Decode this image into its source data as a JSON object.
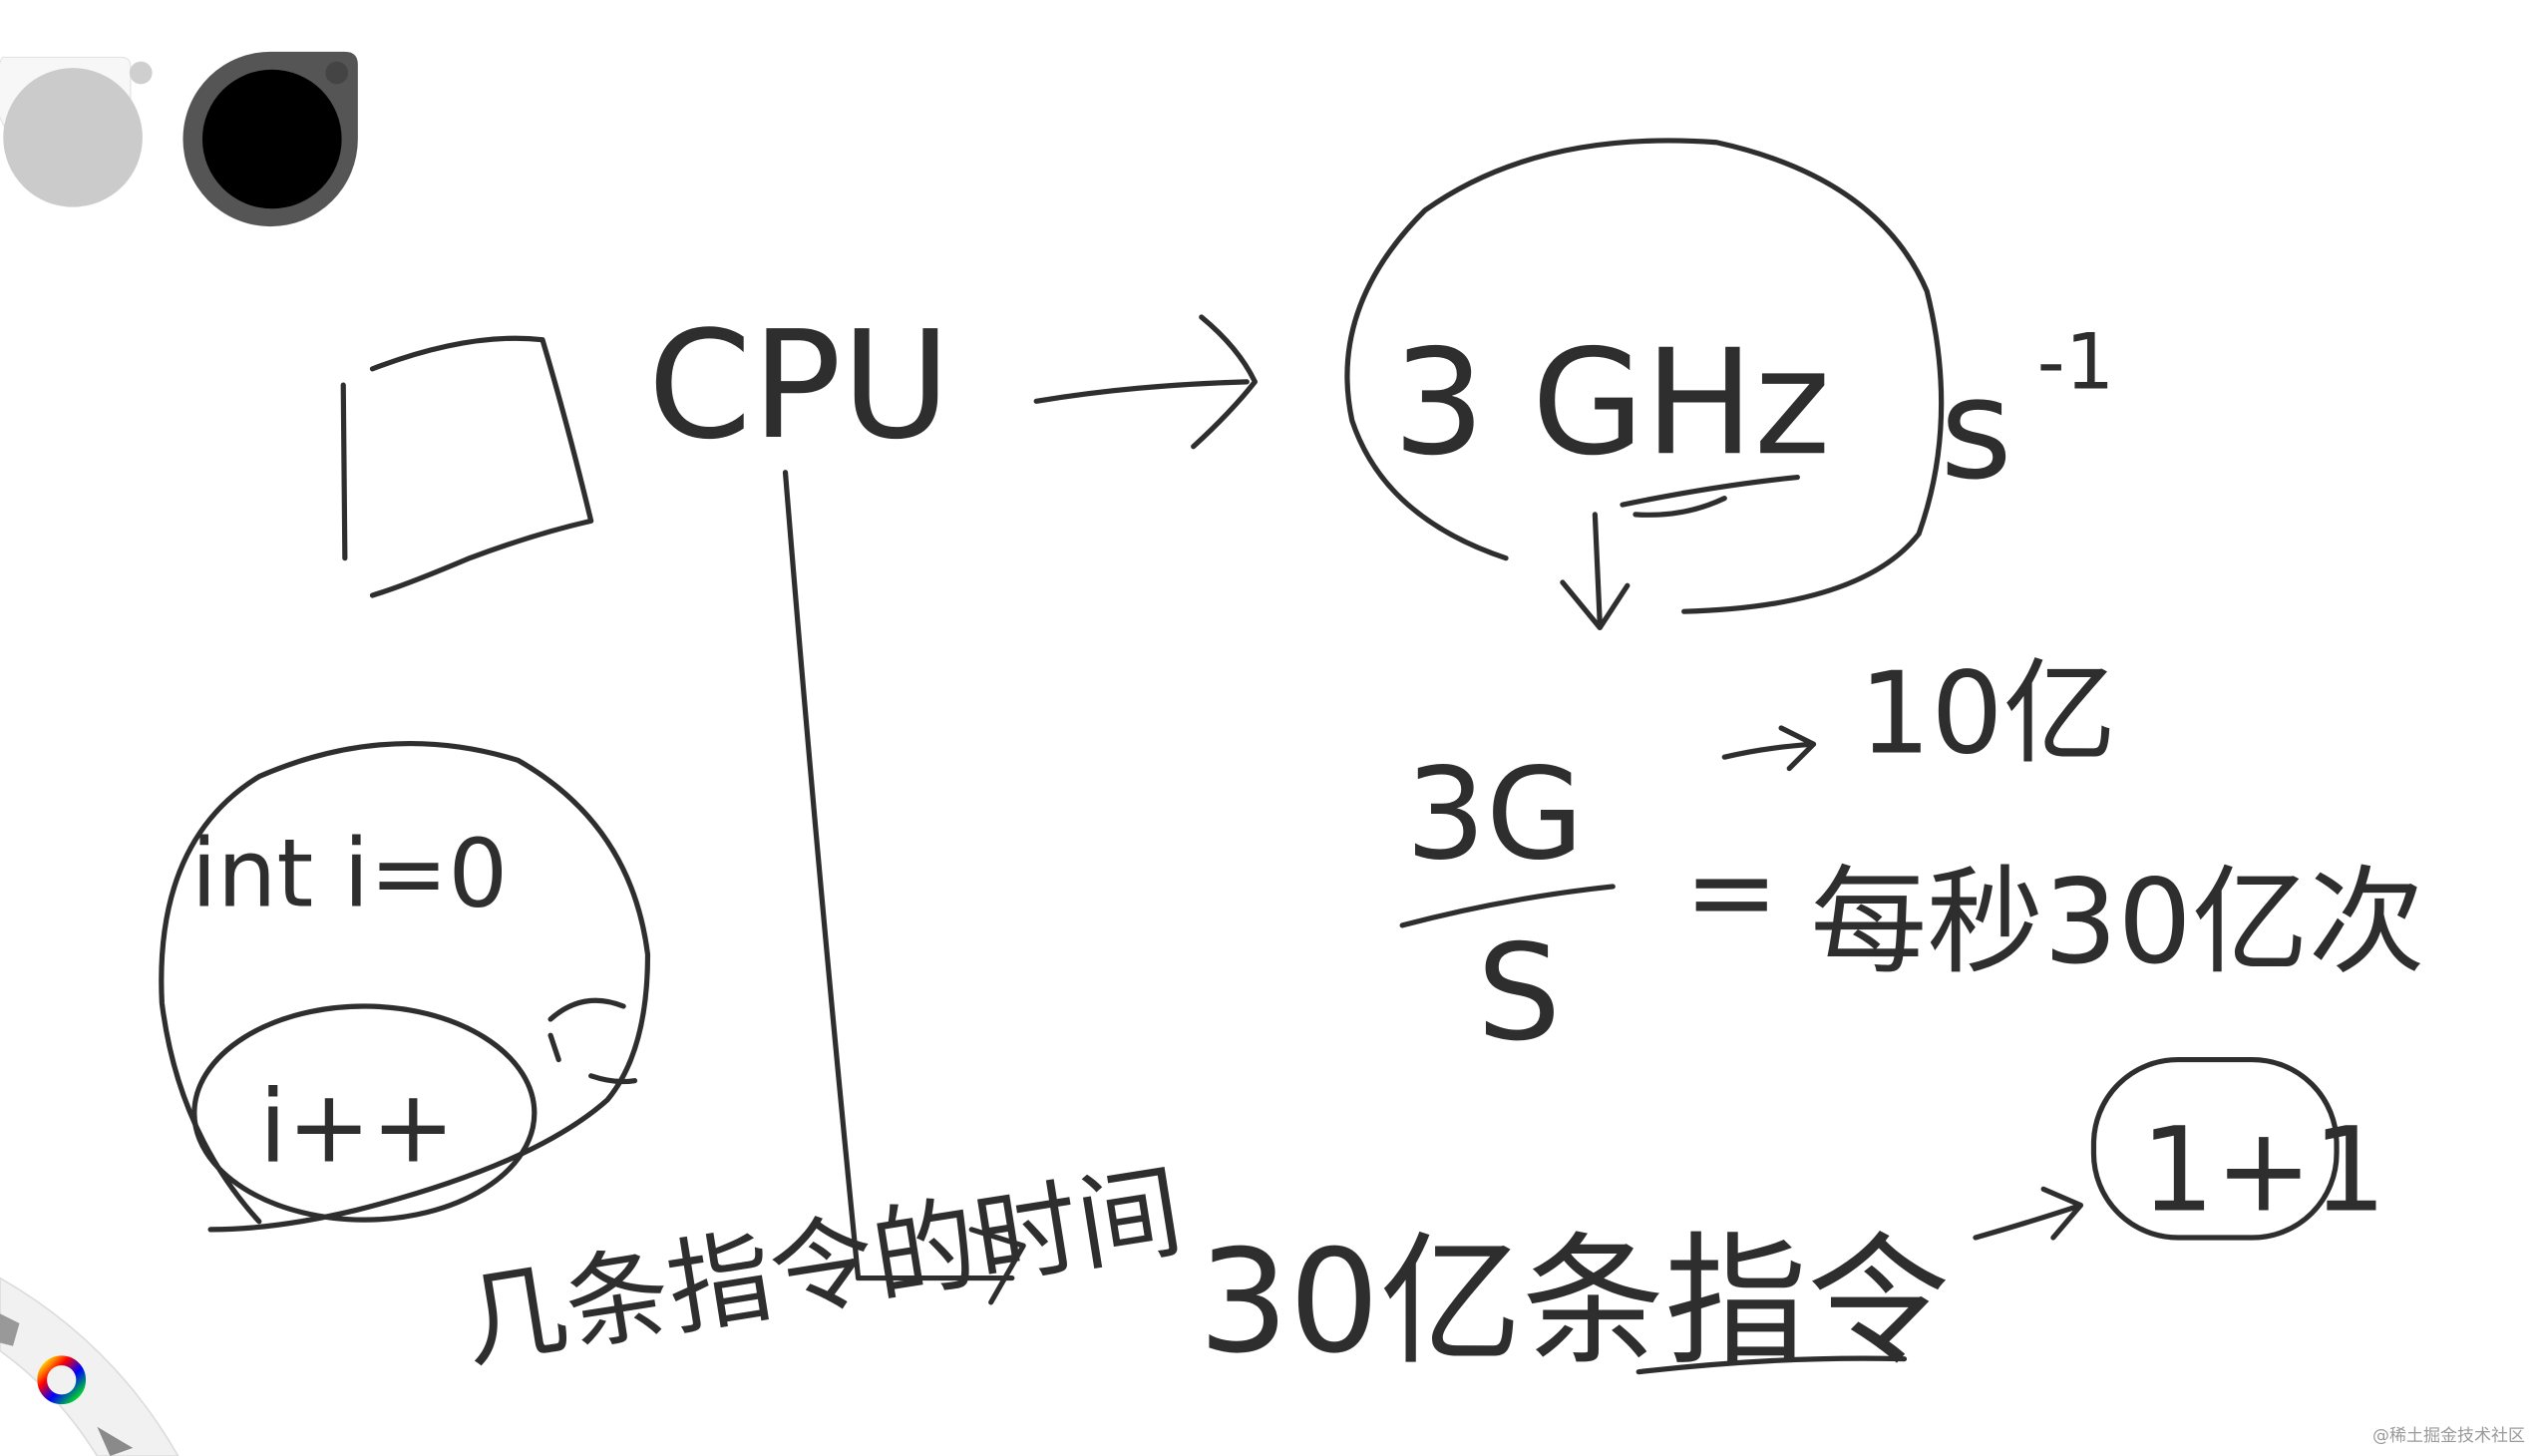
{
  "toolbar": {
    "colors": [
      {
        "name": "light-gray",
        "hex": "#cbcbcb",
        "selected": false
      },
      {
        "name": "black",
        "hex": "#000000",
        "selected": true
      }
    ],
    "radial_menu": [
      "eraser-icon",
      "color-wheel-icon",
      "pointer-icon"
    ]
  },
  "ink_color": "#2e2e2e",
  "drawing": {
    "cpu": "CPU",
    "freq": "3 GHz",
    "unit": "s",
    "unit_exp": "-1",
    "ten_yi": "10亿",
    "frac_num": "3G",
    "frac_den": "S",
    "equals": "=",
    "per_second": "每秒30亿次",
    "code_init": "int i=0",
    "code_inc": "i++",
    "few_instr": "几条指令的时间",
    "three_billion": "30亿条指令",
    "one_plus_one": "1+1"
  },
  "watermark": "@稀土掘金技术社区"
}
